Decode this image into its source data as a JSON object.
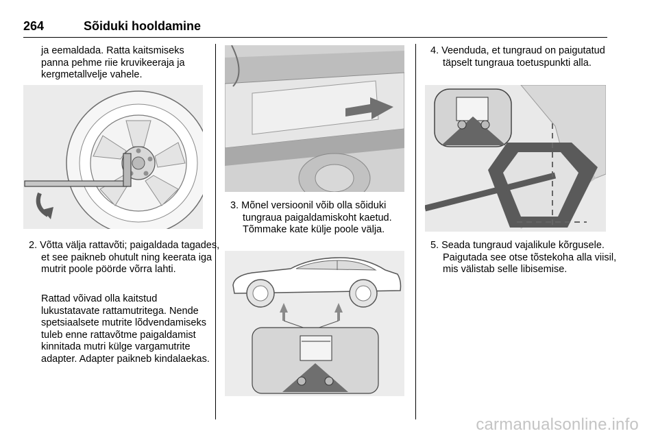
{
  "header": {
    "page_number": "264",
    "section_title": "Sõiduki hooldamine"
  },
  "col1": {
    "intro": "ja eemaldada. Ratta kaitsmiseks panna pehme riie kruvikeeraja ja kergmetallvelje vahele.",
    "step2": "2. Võtta välja rattavõti; paigaldada tagades, et see paikneb ohutult ning keerata iga mutrit poole pöörde võrra lahti.",
    "step2_note": "Rattad võivad olla kaitstud lukustatavate rattamutritega. Nende spetsiaalsete mutrite lõdvendamiseks tuleb enne rattavõtme paigaldamist kinnitada mutri külge vargamutrite adapter. Adapter paikneb kindalaekas."
  },
  "col2": {
    "step3": "3. Mõnel versioonil võib olla sõiduki tungraua paigaldamiskoht kaetud. Tõmmake kate külje poole välja."
  },
  "col3": {
    "step4": "4. Veenduda, et tungraud on paigutatud täpselt tungraua toetuspunkti alla.",
    "step5": "5. Seada tungraud vajalikule kõrgusele. Paigutada see otse tõstekoha alla viisil, mis välistab selle libisemise."
  },
  "watermark": "carmanualsonline.info"
}
